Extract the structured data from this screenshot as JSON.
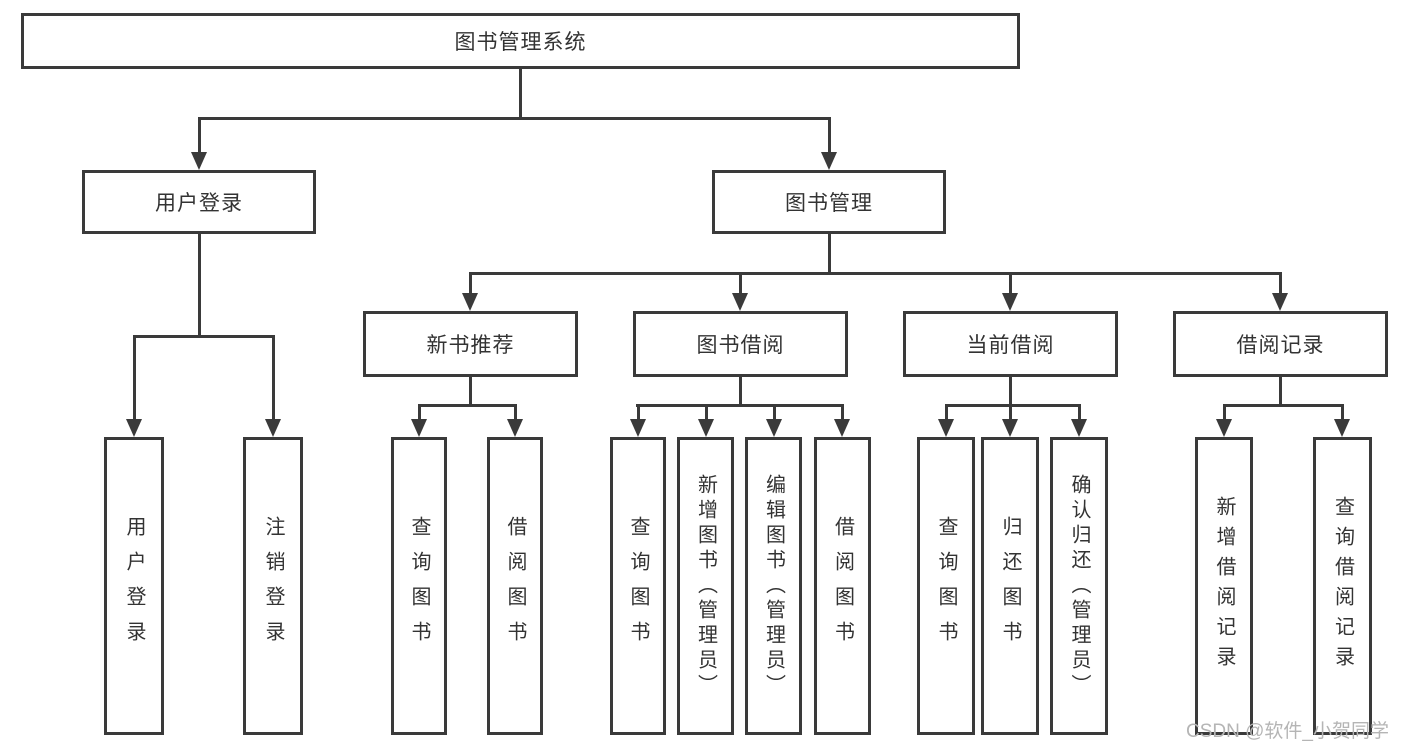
{
  "diagram": {
    "root": {
      "label": "图书管理系统"
    },
    "level1": [
      {
        "label": "用户登录"
      },
      {
        "label": "图书管理"
      }
    ],
    "level2": [
      {
        "label": "新书推荐"
      },
      {
        "label": "图书借阅"
      },
      {
        "label": "当前借阅"
      },
      {
        "label": "借阅记录"
      }
    ],
    "leaves": [
      {
        "label": "用户登录"
      },
      {
        "label": "注销登录"
      },
      {
        "label": "查询图书"
      },
      {
        "label": "借阅图书"
      },
      {
        "label": "查询图书"
      },
      {
        "label": "新增图书（管理员）"
      },
      {
        "label": "编辑图书（管理员）"
      },
      {
        "label": "借阅图书"
      },
      {
        "label": "查询图书"
      },
      {
        "label": "归还图书"
      },
      {
        "label": "确认归还（管理员）"
      },
      {
        "label": "新增借阅记录"
      },
      {
        "label": "查询借阅记录"
      }
    ],
    "watermark": "CSDN @软件_小贺同学",
    "colors": {
      "line": "#3a3a3a",
      "text": "#333333",
      "background": "#ffffff",
      "watermark": "#b5b5b5"
    }
  }
}
